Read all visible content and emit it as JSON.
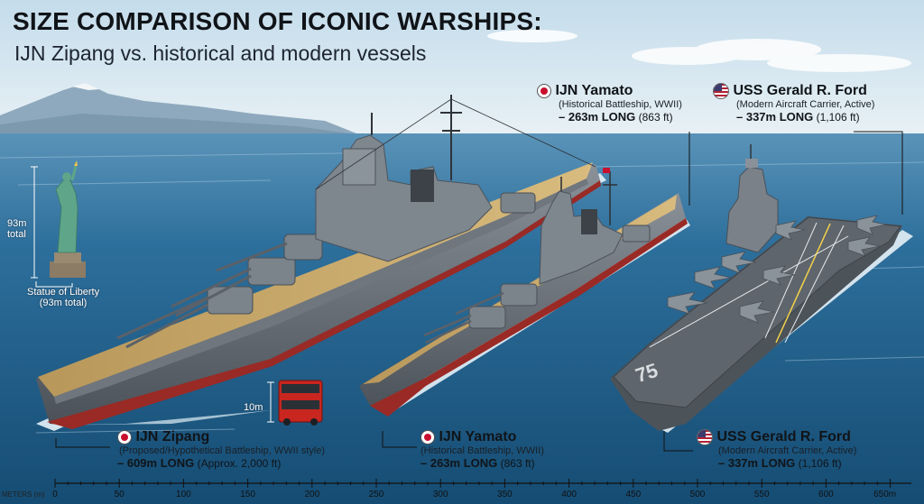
{
  "title": "SIZE COMPARISON OF ICONIC WARSHIPS:",
  "subtitle": "IJN Zipang vs. historical and modern vessels",
  "colors": {
    "sky_top": "#bcd9ea",
    "sea_near": "#1c5b86",
    "hull": "#6d747c",
    "deck": "#c8a96b",
    "carrier_deck": "#5a6168",
    "bus_red": "#c8261f"
  },
  "top_labels": {
    "yamato": {
      "flag_icon": "japan-flag-icon",
      "name": "IJN Yamato",
      "desc": "(Historical Battleship, WWII)",
      "length_strong": "– 263m LONG",
      "length_rest": "(863 ft)"
    },
    "ford": {
      "flag_icon": "usa-flag-icon",
      "name": "USS Gerald R. Ford",
      "desc": "(Modern Aircraft Carrier, Active)",
      "length_strong": "– 337m LONG",
      "length_rest": "(1,106 ft)"
    }
  },
  "bottom_labels": {
    "zipang": {
      "flag_icon": "japan-flag-icon",
      "name": "IJN Zipang",
      "desc": "(Proposed/Hypothetical Battleship, WWII style)",
      "length_strong": "– 609m LONG",
      "length_rest": "(Approx. 2,000 ft)"
    },
    "yamato": {
      "flag_icon": "japan-flag-icon",
      "name": "IJN Yamato",
      "desc": "(Historical Battleship, WWII)",
      "length_strong": "– 263m LONG",
      "length_rest": "(863 ft)"
    },
    "ford": {
      "flag_icon": "usa-flag-icon",
      "name": "USS Gerald R. Ford",
      "desc": "(Modern Aircraft Carrier, Active)",
      "length_strong": "– 337m LONG",
      "length_rest": "(1,106 ft)"
    }
  },
  "statue": {
    "height_label_1": "93m",
    "height_label_2": "total",
    "caption_1": "Statue of Liberty",
    "caption_2": "(93m total)"
  },
  "bus": {
    "height_label": "10m"
  },
  "hull_number": "75",
  "scale": {
    "title": "METERS (m)",
    "ticks": [
      "0",
      "50",
      "100",
      "150",
      "200",
      "250",
      "300",
      "350",
      "400",
      "450",
      "500",
      "550",
      "600",
      "650m"
    ]
  }
}
